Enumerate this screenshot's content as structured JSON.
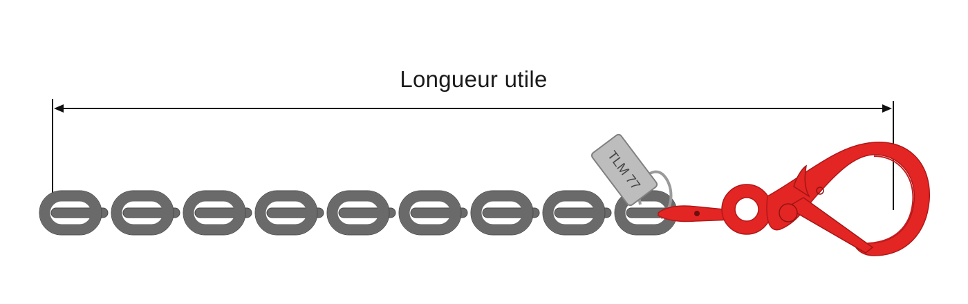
{
  "dimension": {
    "label": "Longueur utile"
  },
  "tag": {
    "text": "TLM 77"
  },
  "chain": {
    "visible_links": 9,
    "color": "#6a6a6a"
  },
  "hook": {
    "color": "#e32524"
  },
  "tag_color": "#bdbdbd"
}
